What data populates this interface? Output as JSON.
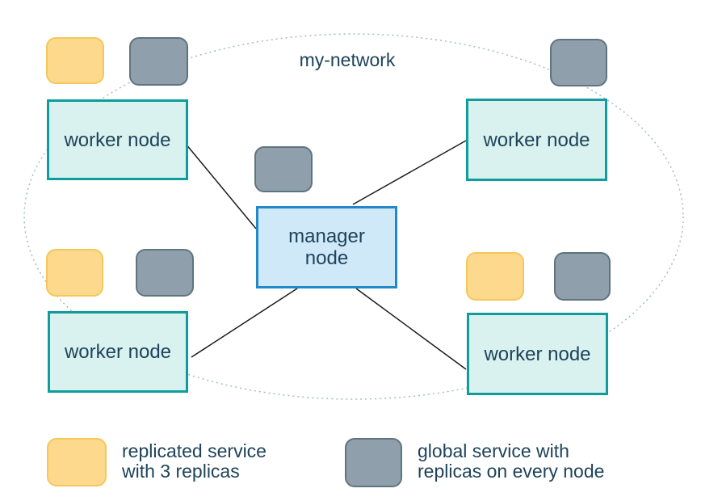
{
  "colors": {
    "worker_fill": "#d9f2f0",
    "worker_border": "#0e9c9c",
    "manager_fill": "#d0e9f8",
    "manager_border": "#2288c8",
    "replicated_fill": "#fcd98d",
    "replicated_border": "#f5c75a",
    "global_fill": "#8fa0ac",
    "global_border": "#5f747f",
    "network_dash": "#a6bac7",
    "text": "#1e4359",
    "line": "#1c1c1c"
  },
  "network": {
    "label": "my-network"
  },
  "nodes": {
    "worker_top_left": {
      "label": "worker node"
    },
    "worker_top_right": {
      "label": "worker node"
    },
    "manager": {
      "label": "manager\nnode"
    },
    "worker_bottom_left": {
      "label": "worker node"
    },
    "worker_bottom_right": {
      "label": "worker node"
    }
  },
  "legend": {
    "replicated_label": "replicated service\nwith 3 replicas",
    "global_label": "global service with\nreplicas on every node"
  }
}
